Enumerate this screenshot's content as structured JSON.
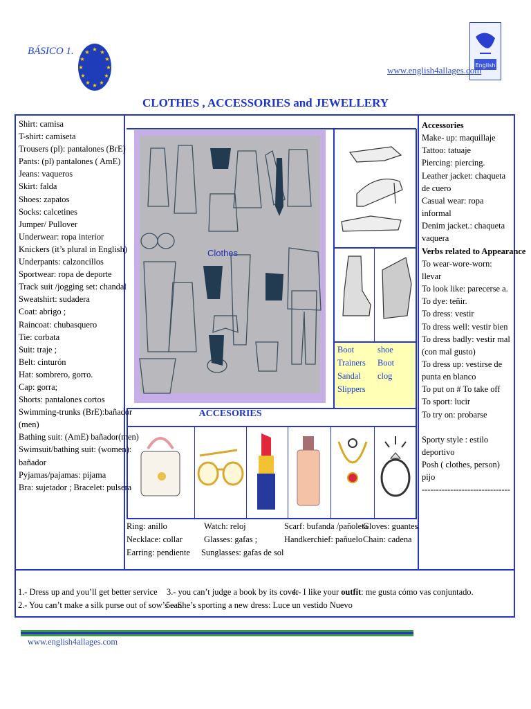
{
  "header": {
    "level": "BÁSICO 1.",
    "website": "www.english4allages.com",
    "logo_text": "English",
    "title": "CLOTHES , ACCESSORIES and JEWELLERY"
  },
  "vocab_left": [
    "Shirt: camisa",
    "T-shirt: camiseta",
    "Trousers (pl): pantalones   (BrE)",
    "Pants: (pl) pantalones ( AmE)",
    "Jeans: vaqueros",
    "Skirt: falda",
    "Shoes: zapatos",
    "Socks: calcetines",
    "Jumper/ Pullover",
    "Underwear: ropa interior",
    "Knickers (it’s plural in English)",
    "Underpants: calzoncillos",
    "Sportwear: ropa de deporte",
    "Track suit /jogging set: chandal",
    "Sweatshirt: sudadera",
    "Coat: abrigo ;",
    "Raincoat: chubasquero",
    "Tie: corbata",
    "Suit: traje ;",
    "Belt: cinturón",
    "Hat: sombrero, gorro.",
    "Cap: gorra;",
    "Shorts: pantalones cortos",
    "Swimming-trunks (BrE):bañador",
    "(men)",
    "Bathing suit: (AmE) bañador(men)",
    "Swimsuit/bathing suit: (women):",
    "bañador",
    "Pyjamas/pajamas: pijama",
    "Bra: sujetador ; Bracelet: pulsera"
  ],
  "clothes_label": "Clothes",
  "shoes_list": [
    [
      "Boot",
      "shoe"
    ],
    [
      "Trainers",
      "Boot"
    ],
    [
      "Sandal",
      "clog"
    ],
    [
      "Slippers",
      ""
    ]
  ],
  "accessories_heading": "ACCESORIES",
  "jewellery_words": [
    [
      "Ring: anillo",
      "Watch: reloj",
      "Scarf: bufanda /pañoleta",
      "Gloves: guantes"
    ],
    [
      "Necklace: collar",
      "Glasses: gafas ;",
      "Handkerchief: pañuelo",
      "Chain: cadena"
    ],
    [
      "Earring: pendiente",
      "Sunglasses: gafas de sol",
      "",
      ""
    ]
  ],
  "right_column": {
    "accessories_title": "Accessories",
    "accessories_items": [
      "Make- up: maquillaje",
      "Tattoo: tatuaje",
      "Piercing: piercing.",
      "Leather jacket: chaqueta de cuero",
      "Casual wear: ropa informal",
      "Denim jacket.: chaqueta vaquera"
    ],
    "verbs_title": "Verbs related to Appearance",
    "verbs_items": [
      "To wear-wore-worn: llevar",
      "To look like: parecerse a.",
      "To dye: teñir.",
      "To dress: vestir",
      "To dress well: vestir bien",
      "To dress badly: vestir mal (con mal gusto)",
      "To dress up: vestirse de punta en blanco",
      "To put on # To take off",
      "To sport: lucir",
      "To try on: probarse"
    ],
    "style_items": [
      "Sporty style : estilo deportivo",
      "Posh ( clothes, person) pijo"
    ],
    "dashes": "-------------------------------"
  },
  "idioms": {
    "i1": "1.- Dress up and you’ll get  better service",
    "i3": "3.- you can’t judge a book by its cover",
    "i4_pre": "4.- I like your ",
    "i4_bold": "outfit",
    "i4_post": ": me gusta cómo vas conjuntado.",
    "i2": "2.- You can’t make a silk purse out of sow’s ear.",
    "i5": "5.- She’s sporting a new  dress: Luce un vestido Nuevo"
  },
  "footer": {
    "website": "www.english4allages.com"
  },
  "colors": {
    "accent_blue": "#2535c8",
    "title_blue": "#1c33c9",
    "shoes_bg": "#ffffb5",
    "clothes_bg": "#c9b0e6"
  }
}
